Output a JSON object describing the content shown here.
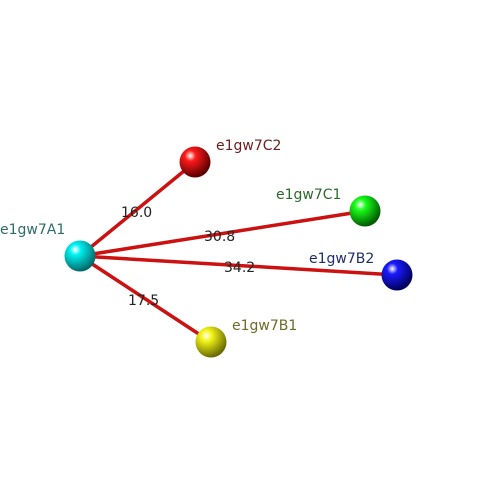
{
  "nodes": {
    "a1": {
      "label": "e1gw7A1",
      "color": "#00e5e5",
      "label_color": "#2e6b6b"
    },
    "c2": {
      "label": "e1gw7C2",
      "color": "#e00000",
      "label_color": "#6b2020"
    },
    "c1": {
      "label": "e1gw7C1",
      "color": "#00d000",
      "label_color": "#2a6a2a"
    },
    "b2": {
      "label": "e1gw7B2",
      "color": "#0000e0",
      "label_color": "#1e2e6b"
    },
    "b1": {
      "label": "e1gw7B1",
      "color": "#e5e500",
      "label_color": "#6b6b2a"
    }
  },
  "edges": {
    "a1_c2": {
      "label": "16.0"
    },
    "a1_c1": {
      "label": "30.8"
    },
    "a1_b2": {
      "label": "34.2"
    },
    "a1_b1": {
      "label": "17.5"
    }
  },
  "edge_color": "#cc1111"
}
